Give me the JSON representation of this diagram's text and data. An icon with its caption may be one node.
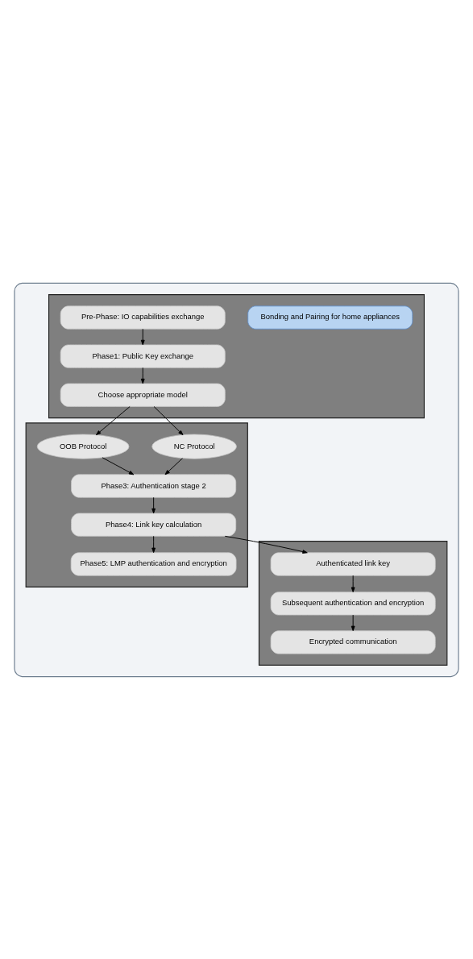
{
  "diagram": {
    "nodes": [
      {
        "text": [],
        "shape": "box"
      },
      {
        "text": [],
        "shape": "box",
        "in": 0
      },
      {
        "text": [
          "Bonding and Pairing for home appliances"
        ],
        "in": 1
      },
      {
        "text": [
          "Pre-Phase: IO capabilities exchange"
        ],
        "in": 1
      },
      {
        "text": [
          "Phase1: Public Key exchange"
        ],
        "in": 1
      },
      {
        "text": [
          "Choose appropriate model"
        ],
        "in": 1
      },
      {
        "text": [],
        "shape": "box",
        "in": 0
      },
      {
        "text": [
          "NC Protocol"
        ],
        "in": 6
      },
      {
        "text": [
          "OOB Protocol"
        ],
        "in": 6
      },
      {
        "text": [
          "Phase3: Authentication stage 2"
        ],
        "in": 6
      },
      {
        "text": [
          "Phase4: Link key calculation"
        ],
        "in": 6
      },
      {
        "text": [
          "Phase5: LMP authentication and encryption"
        ],
        "in": 6
      },
      {
        "text": [],
        "shape": "box",
        "in": 0
      },
      {
        "text": [
          "Authenticated link key"
        ],
        "in": 12
      },
      {
        "text": [
          "Subsequent authentication and encryption"
        ],
        "in": 12
      },
      {
        "text": [
          "Encrypted communication"
        ],
        "in": 12
      }
    ],
    "edges": [
      {
        "from": 3,
        "to": 4,
        "arrow": "to"
      },
      {
        "from": 4,
        "to": 5,
        "arrow": "to"
      },
      {
        "from": 5,
        "to": 7,
        "arrow": "to"
      },
      {
        "from": 5,
        "to": 8,
        "arrow": "to"
      },
      {
        "from": 7,
        "to": 9,
        "arrow": "to"
      },
      {
        "from": 8,
        "to": 9,
        "arrow": "to"
      },
      {
        "from": 9,
        "to": 10,
        "arrow": "to"
      },
      {
        "from": 10,
        "to": 11,
        "arrow": "to"
      },
      {
        "from": 10,
        "to": 13,
        "arrow": "to"
      },
      {
        "from": 13,
        "to": 14,
        "arrow": "to"
      },
      {
        "from": 14,
        "to": 15,
        "arrow": "to"
      }
    ]
  }
}
